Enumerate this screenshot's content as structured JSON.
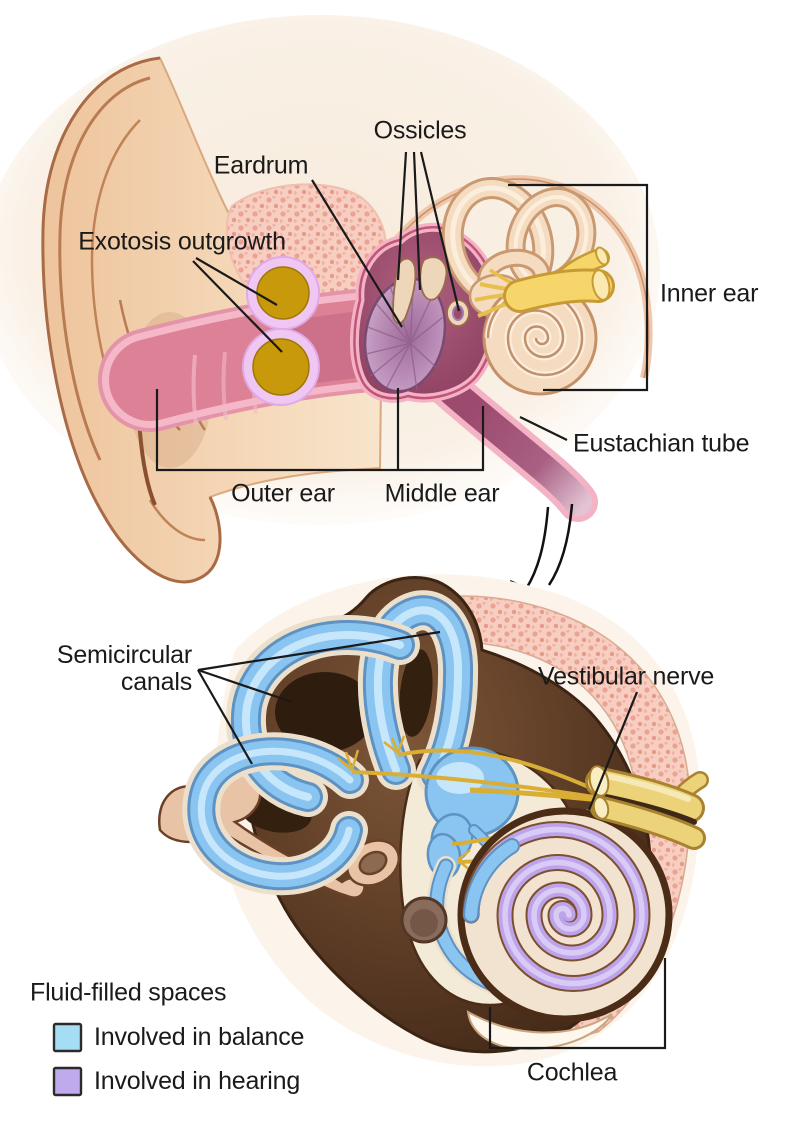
{
  "page": {
    "background": "#ffffff"
  },
  "top_diagram": {
    "labels": {
      "eardrum": "Eardrum",
      "ossicles": "Ossicles",
      "exotosis_outgrowth": "Exotosis outgrowth",
      "inner_ear": "Inner ear",
      "eustachian_tube": "Eustachian tube",
      "outer_ear": "Outer ear",
      "middle_ear": "Middle ear"
    }
  },
  "bottom_diagram": {
    "labels": {
      "semicircular_canals_line1": "Semicircular",
      "semicircular_canals_line2": "canals",
      "vestibular_nerve": "Vestibular nerve",
      "cochlea": "Cochlea"
    }
  },
  "legend": {
    "title": "Fluid-filled spaces",
    "items": [
      {
        "label": "Involved in balance",
        "color": "#a5ddf5"
      },
      {
        "label": "Involved in hearing",
        "color": "#c0aaee"
      }
    ]
  },
  "colors": {
    "label_text": "#1a1a1a",
    "leader_line": "#1a1a1a",
    "skin": "#f2cfad",
    "ear_canal": "#dd8196",
    "canal_lining": "#f5b8c9",
    "eardrum_membrane": "#b98cb6",
    "middle_ear_cavity": "#9c4b6b",
    "exostosis": "#c8990b",
    "exostosis_halo": "#efc7f2",
    "bone_stipple_pink": "#f7cfc2",
    "nerve_yellow": "#ecd379",
    "temporal_bone_brown": "#5e3d26",
    "semicircular_canal_blue": "#8ac4f0",
    "cochlea_purple": "#bda4ea"
  }
}
